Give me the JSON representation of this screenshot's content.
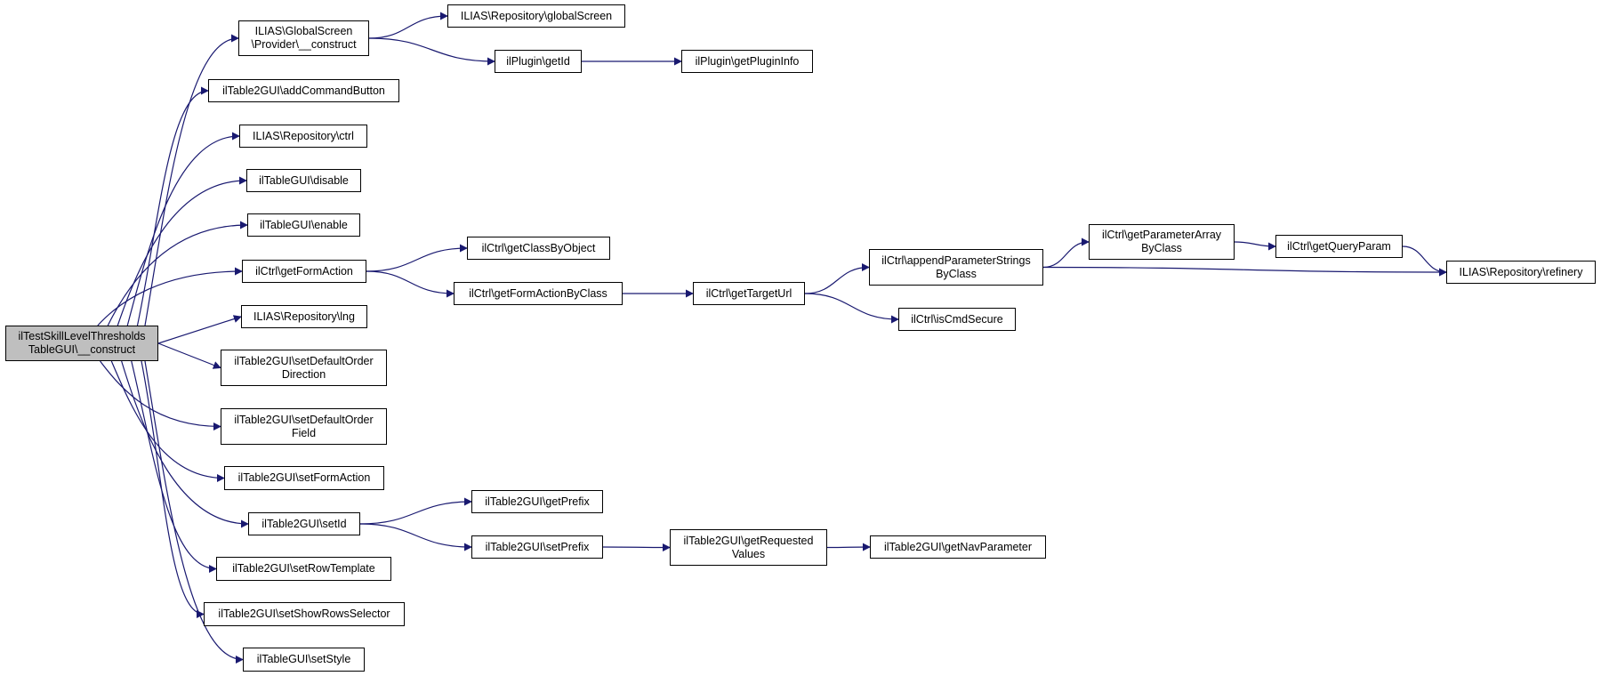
{
  "colors": {
    "edge": "#191970",
    "node_border": "#000000",
    "root_fill": "#bfbfbf",
    "node_fill": "#ffffff"
  },
  "nodes": {
    "root": "ilTestSkillLevelThresholds\nTableGUI\\__construct",
    "gs_provider_construct": "ILIAS\\GlobalScreen\n\\Provider\\__construct",
    "add_command_button": "ilTable2GUI\\addCommandButton",
    "repo_ctrl": "ILIAS\\Repository\\ctrl",
    "tablegui_disable": "ilTableGUI\\disable",
    "tablegui_enable": "ilTableGUI\\enable",
    "ctrl_get_form_action": "ilCtrl\\getFormAction",
    "repo_lng": "ILIAS\\Repository\\lng",
    "set_default_order_direction": "ilTable2GUI\\setDefaultOrder\nDirection",
    "set_default_order_field": "ilTable2GUI\\setDefaultOrder\nField",
    "set_form_action": "ilTable2GUI\\setFormAction",
    "set_id": "ilTable2GUI\\setId",
    "set_row_template": "ilTable2GUI\\setRowTemplate",
    "set_show_rows_selector": "ilTable2GUI\\setShowRowsSelector",
    "tablegui_set_style": "ilTableGUI\\setStyle",
    "repo_global_screen": "ILIAS\\Repository\\globalScreen",
    "plugin_get_id": "ilPlugin\\getId",
    "plugin_get_plugin_info": "ilPlugin\\getPluginInfo",
    "ctrl_get_class_by_object": "ilCtrl\\getClassByObject",
    "ctrl_get_form_action_by_class": "ilCtrl\\getFormActionByClass",
    "ctrl_get_target_url": "ilCtrl\\getTargetUrl",
    "ctrl_append_parameter_strings": "ilCtrl\\appendParameterStrings\nByClass",
    "ctrl_is_cmd_secure": "ilCtrl\\isCmdSecure",
    "ctrl_get_parameter_array": "ilCtrl\\getParameterArray\nByClass",
    "ctrl_get_query_param": "ilCtrl\\getQueryParam",
    "repo_refinery": "ILIAS\\Repository\\refinery",
    "get_prefix": "ilTable2GUI\\getPrefix",
    "set_prefix": "ilTable2GUI\\setPrefix",
    "get_requested_values": "ilTable2GUI\\getRequested\nValues",
    "get_nav_parameter": "ilTable2GUI\\getNavParameter"
  },
  "edges": [
    [
      "root",
      "gs_provider_construct"
    ],
    [
      "root",
      "add_command_button"
    ],
    [
      "root",
      "repo_ctrl"
    ],
    [
      "root",
      "tablegui_disable"
    ],
    [
      "root",
      "tablegui_enable"
    ],
    [
      "root",
      "ctrl_get_form_action"
    ],
    [
      "root",
      "repo_lng"
    ],
    [
      "root",
      "set_default_order_direction"
    ],
    [
      "root",
      "set_default_order_field"
    ],
    [
      "root",
      "set_form_action"
    ],
    [
      "root",
      "set_id"
    ],
    [
      "root",
      "set_row_template"
    ],
    [
      "root",
      "set_show_rows_selector"
    ],
    [
      "root",
      "tablegui_set_style"
    ],
    [
      "gs_provider_construct",
      "repo_global_screen"
    ],
    [
      "gs_provider_construct",
      "plugin_get_id"
    ],
    [
      "plugin_get_id",
      "plugin_get_plugin_info"
    ],
    [
      "ctrl_get_form_action",
      "ctrl_get_class_by_object"
    ],
    [
      "ctrl_get_form_action",
      "ctrl_get_form_action_by_class"
    ],
    [
      "ctrl_get_form_action_by_class",
      "ctrl_get_target_url"
    ],
    [
      "ctrl_get_target_url",
      "ctrl_append_parameter_strings"
    ],
    [
      "ctrl_get_target_url",
      "ctrl_is_cmd_secure"
    ],
    [
      "ctrl_append_parameter_strings",
      "ctrl_get_parameter_array"
    ],
    [
      "ctrl_append_parameter_strings",
      "repo_refinery"
    ],
    [
      "ctrl_get_parameter_array",
      "ctrl_get_query_param"
    ],
    [
      "ctrl_get_query_param",
      "repo_refinery"
    ],
    [
      "set_id",
      "get_prefix"
    ],
    [
      "set_id",
      "set_prefix"
    ],
    [
      "set_prefix",
      "get_requested_values"
    ],
    [
      "get_requested_values",
      "get_nav_parameter"
    ]
  ]
}
